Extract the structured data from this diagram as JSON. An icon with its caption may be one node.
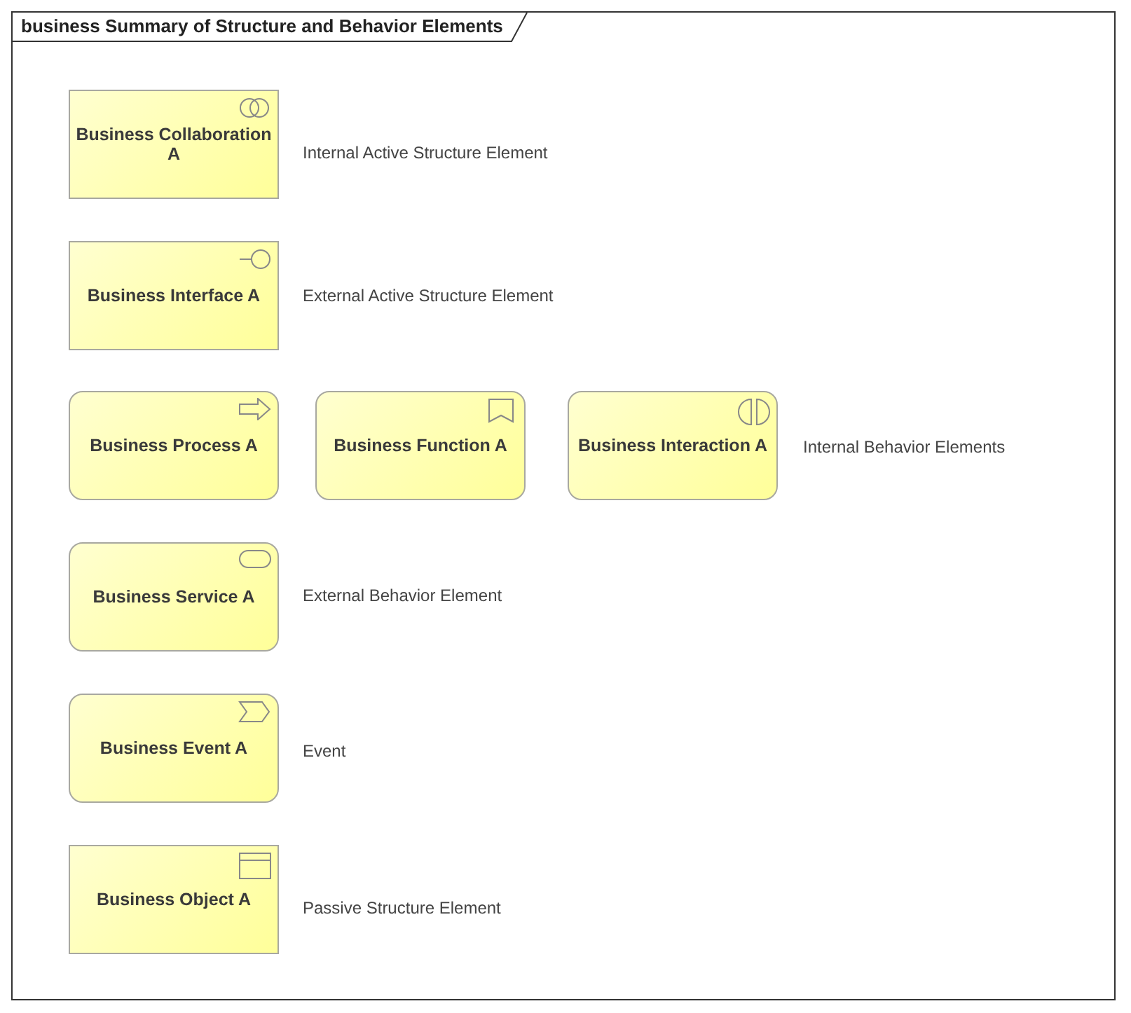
{
  "diagram": {
    "nodes": [
      {
        "text": [
          "business Summary of Structure and Behavior Elements"
        ]
      },
      {
        "text": [
          "Business Collaboration A"
        ],
        "in": 0
      },
      {
        "text": [
          "Business Interface A"
        ],
        "in": 0
      },
      {
        "text": [
          "Business Process A"
        ],
        "in": 0
      },
      {
        "text": [
          "Business Function A"
        ],
        "in": 0
      },
      {
        "text": [
          "Business Interaction A"
        ],
        "in": 0
      },
      {
        "text": [
          "Business Service A"
        ],
        "in": 0
      },
      {
        "text": [
          "Business Event A"
        ],
        "in": 0
      },
      {
        "text": [
          "Business Object A"
        ],
        "in": 0
      }
    ],
    "edges": [],
    "labels": [
      "Internal Active Structure Element",
      "External Active Structure Element",
      "Internal Behavior Elements",
      "External Behavior Element",
      "Event",
      "Passive Structure Element"
    ]
  }
}
